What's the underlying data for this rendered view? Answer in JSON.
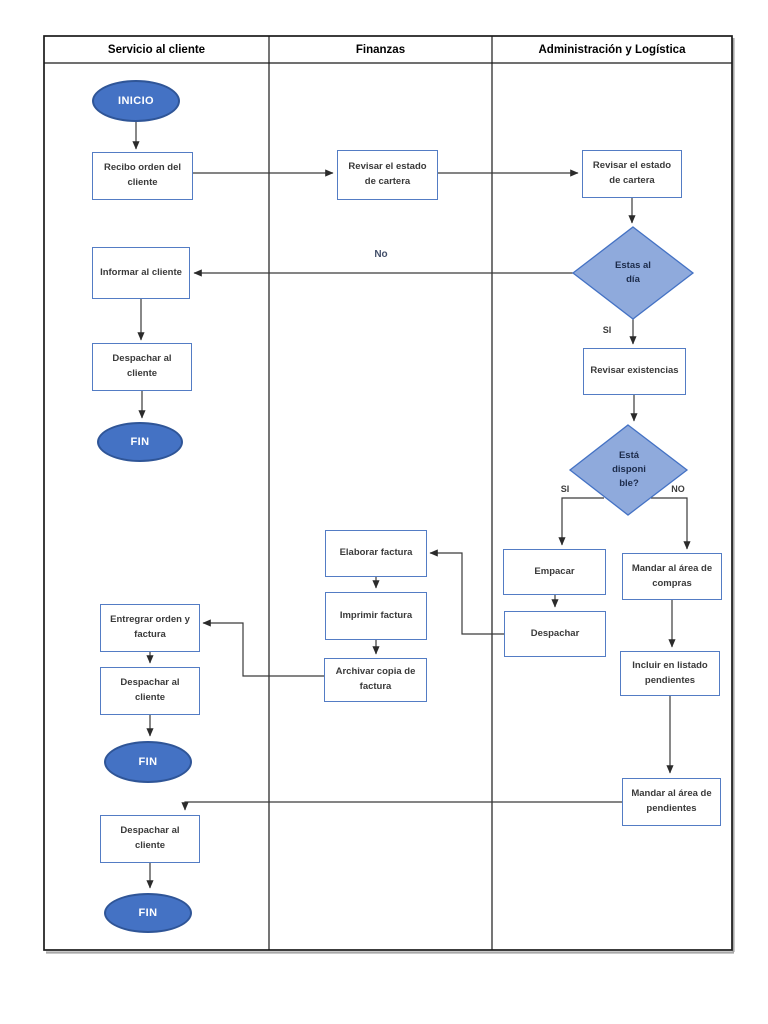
{
  "diagram": {
    "lanes": [
      {
        "title": "Servicio al cliente"
      },
      {
        "title": "Finanzas"
      },
      {
        "title": "Administración y Logística"
      }
    ],
    "nodes": {
      "inicio": "INICIO",
      "recibo_orden": "Recibo orden del cliente",
      "revisar_cartera_finanzas": "Revisar el estado de cartera",
      "revisar_cartera_admin": "Revisar el estado de cartera",
      "informar_cliente": "Informar al cliente",
      "estas_al_dia": "Estas al día",
      "despachar_cliente_1": "Despachar al cliente",
      "fin_1": "FIN",
      "revisar_existencias": "Revisar existencias",
      "esta_disponible": "Está disponi ble?",
      "empacar": "Empacar",
      "despachar": "Despachar",
      "mandar_area_compras": "Mandar al área de compras",
      "elaborar_factura": "Elaborar factura",
      "imprimir_factura": "Imprimir factura",
      "archivar_copia_factura": "Archivar copia de factura",
      "incluir_listado_pendientes": "Incluir en listado pendientes",
      "entregar_orden_factura": "Entregrar orden y factura",
      "despachar_cliente_2": "Despachar al cliente",
      "fin_2": "FIN",
      "mandar_area_pendientes": "Mandar al área de pendientes",
      "despachar_cliente_3": "Despachar al cliente",
      "fin_3": "FIN"
    },
    "labels": {
      "no": "No",
      "si_estas_al_dia": "SI",
      "si_disponible": "SI",
      "no_disponible": "NO"
    }
  },
  "colors": {
    "terminator-fill": "#4472C4",
    "terminator-border": "#2F5597",
    "decision-fill": "#8FAADC",
    "decision-border": "#4472C4",
    "process-border": "#537CC4",
    "connector": "#3a3a3a",
    "grid": "#1a1a1a"
  }
}
